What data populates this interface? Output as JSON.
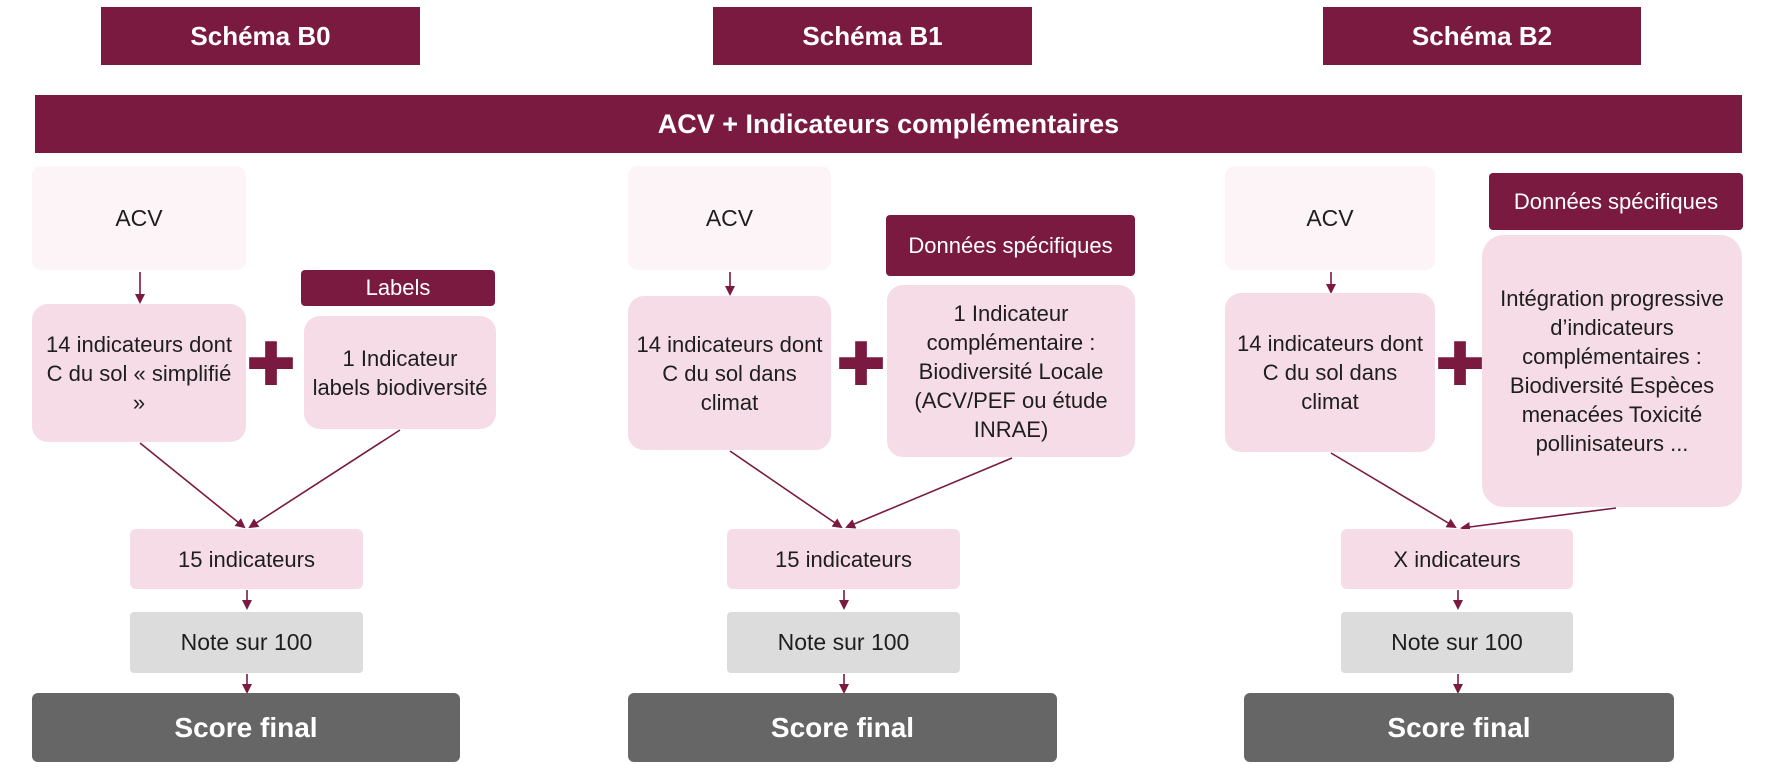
{
  "colors": {
    "accent": "#7a1a40",
    "pale_pink": "#fcf4f7",
    "pink": "#f5dce6",
    "grey": "#dcdcdc",
    "dark_grey": "#666666"
  },
  "banner": "ACV + Indicateurs complémentaires",
  "schemas": [
    {
      "title": "Schéma B0",
      "acv": "ACV",
      "indicators": "14 indicateurs dont C du sol « simplifié »",
      "extra_label": "Labels",
      "extra_body": "1 Indicateur labels biodiversité",
      "total": "15 indicateurs",
      "note": "Note sur 100",
      "score": "Score final"
    },
    {
      "title": "Schéma B1",
      "acv": "ACV",
      "indicators": "14 indicateurs dont C du sol dans climat",
      "extra_label": "Données spécifiques",
      "extra_body": "1 Indicateur complémentaire : Biodiversité Locale (ACV/PEF ou étude INRAE)",
      "total": "15 indicateurs",
      "note": "Note sur 100",
      "score": "Score final"
    },
    {
      "title": "Schéma B2",
      "acv": "ACV",
      "indicators": "14 indicateurs dont C du sol dans climat",
      "extra_label": "Données spécifiques",
      "extra_body": "Intégration progressive d’indicateurs complémentaires : Biodiversité Espèces menacées Toxicité pollinisateurs ...",
      "total": "X indicateurs",
      "note": "Note sur 100",
      "score": "Score final"
    }
  ],
  "plus_symbol": "✚"
}
